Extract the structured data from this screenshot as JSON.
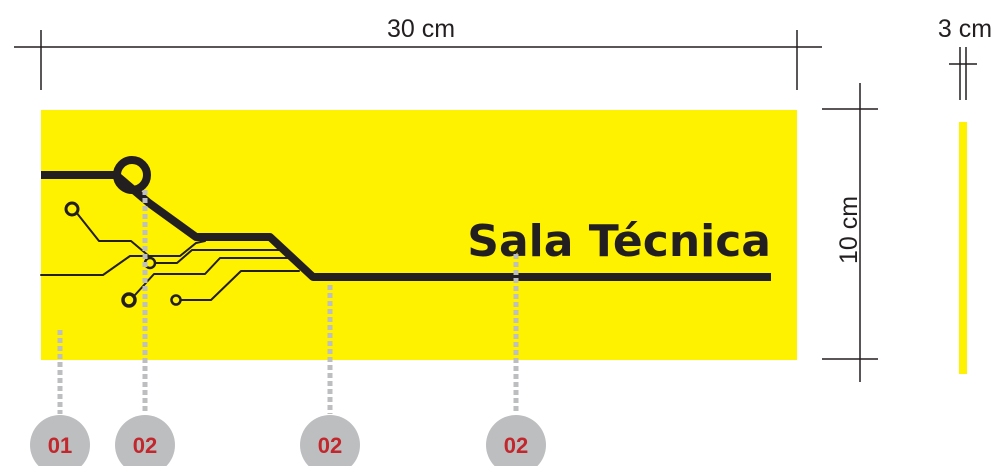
{
  "dimensions": {
    "width_label": "30 cm",
    "height_label": "10 cm",
    "depth_label": "3 cm"
  },
  "sign": {
    "title": "Sala Técnica",
    "background_color": "#fff200",
    "ink_color": "#231f20"
  },
  "callouts": [
    {
      "number": "01"
    },
    {
      "number": "02"
    },
    {
      "number": "02"
    },
    {
      "number": "02"
    }
  ],
  "colors": {
    "callout_circle": "#bcbec0",
    "callout_text": "#c1272d",
    "leader_line": "#bcbec0",
    "dimension_line": "#231f20"
  }
}
